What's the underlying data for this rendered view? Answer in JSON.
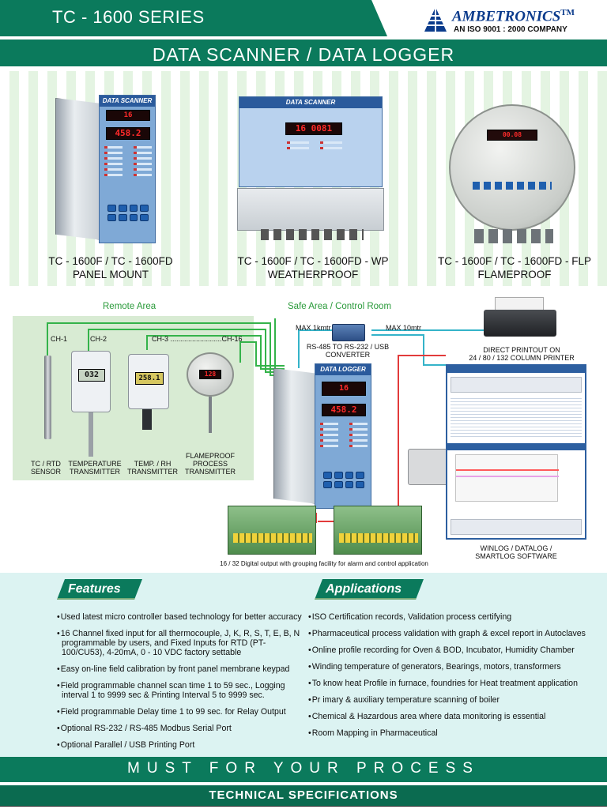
{
  "header": {
    "series": "TC - 1600 SERIES",
    "brand": "AMBETRONICS",
    "brand_mark": "TM",
    "iso": "AN ISO 9001 : 2000 COMPANY",
    "title": "DATA SCANNER /  DATA LOGGER"
  },
  "products": [
    {
      "model": "TC - 1600F / TC - 1600FD",
      "type": "PANEL MOUNT",
      "device_label": "DATA SCANNER"
    },
    {
      "model": "TC - 1600F / TC - 1600FD - WP",
      "type": "WEATHERPROOF",
      "device_label": "DATA SCANNER"
    },
    {
      "model": "TC - 1600F / TC - 1600FD - FLP",
      "type": "FLAMEPROOF"
    }
  ],
  "diagram": {
    "remote_area": "Remote Area",
    "safe_area": "Safe Area / Control Room",
    "ch1": "CH-1",
    "ch2": "CH-2",
    "ch3": "CH-3 ..........................CH-16",
    "sensors": [
      {
        "line1": "TC / RTD",
        "line2": "SENSOR"
      },
      {
        "line1": "TEMPERATURE",
        "line2": "TRANSMITTER"
      },
      {
        "line1": "TEMP. / RH",
        "line2": "TRANSMITTER"
      },
      {
        "line1": "FLAMEPROOF",
        "line2": "PROCESS",
        "line3": "TRANSMITTER"
      }
    ],
    "max1": "MAX 1kmtr",
    "max2": "MAX 10mtr",
    "converter_line1": "RS-485 TO RS-232 / USB",
    "converter_line2": "CONVERTER",
    "printer_line1": "DIRECT PRINTOUT ON",
    "printer_line2": "24 / 80 / 132 COLUMN PRINTER",
    "logger_label": "DATA LOGGER",
    "software_line1": "WINLOG / DATALOG /",
    "software_line2": "SMARTLOG SOFTWARE",
    "output_note": "16 / 32 Digital output with grouping facility for alarm and control application",
    "display_a": "032",
    "display_b": "258.1"
  },
  "features": {
    "heading": "Features",
    "items": [
      "Used latest micro controller based technology for better accuracy",
      "16 Channel fixed input for all thermocouple, J, K, R, S, T, E, B, N programmable by users, and Fixed Inputs for RTD (PT-100/CU53), 4-20mA, 0 - 10 VDC factory settable",
      "Easy on-line field calibration by front panel membrane keypad",
      "Field programmable channel scan time 1 to 59 sec., Logging interval 1 to 9999 sec & Printing Interval 5 to 9999 sec.",
      "Field programmable Delay time 1 to 99 sec. for Relay Output",
      "Optional RS-232 / RS-485 Modbus Serial Port",
      "Optional Parallel / USB Printing Port"
    ]
  },
  "applications": {
    "heading": "Applications",
    "items": [
      "ISO Certification records, Validation process certifying",
      "Pharmaceutical process validation with graph & excel report in Autoclaves",
      "Online profile recording for Oven & BOD, Incubator, Humidity Chamber",
      "Winding temperature of generators, Bearings, motors, transformers",
      "To know heat Profile in furnace, foundries for Heat treatment  application",
      "Pr imary & auxiliary temperature scanning of boiler",
      "Chemical & Hazardous area where data monitoring is essential",
      "Room Mapping in Pharmaceutical"
    ]
  },
  "footer": {
    "slogan": "MUST FOR YOUR PROCESS",
    "spec_title": "TECHNICAL  SPECIFICATIONS"
  },
  "colors": {
    "brand_green": "#0b7a5c",
    "brand_blue": "#0b3b8c",
    "display_red": "#ff2a2a"
  }
}
